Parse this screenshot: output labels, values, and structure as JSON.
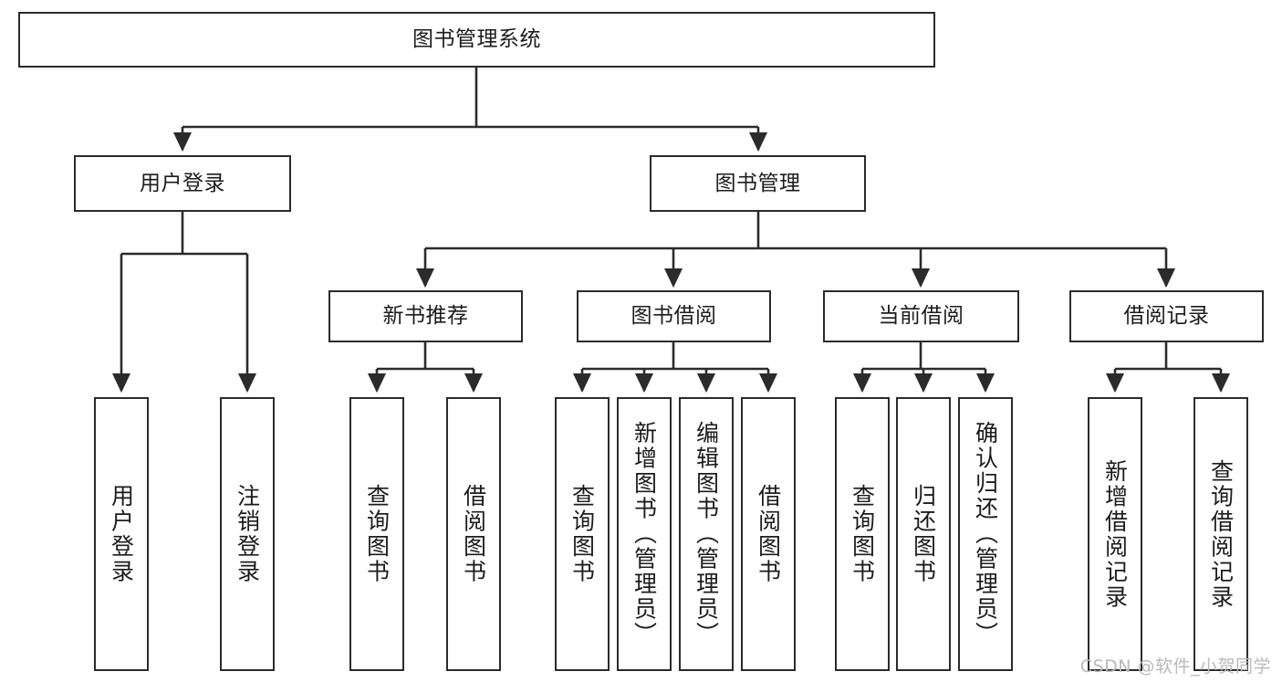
{
  "diagram": {
    "type": "tree-hierarchy-chart",
    "title": "图书管理系统",
    "watermark": "CSDN @软件_小贺同学",
    "style": {
      "stroke": "#2b2b2b",
      "fill": "#ffffff",
      "text": "#1c1c1c",
      "watermark_color": "#b9b9b9"
    },
    "nodes": {
      "root": {
        "label": "图书管理系统",
        "orientation": "horizontal"
      },
      "level2": [
        {
          "id": "user-login",
          "label": "用户登录",
          "orientation": "horizontal"
        },
        {
          "id": "book-management",
          "label": "图书管理",
          "orientation": "horizontal"
        }
      ],
      "level3": [
        {
          "id": "new-book-recommend",
          "label": "新书推荐",
          "orientation": "horizontal"
        },
        {
          "id": "book-borrow",
          "label": "图书借阅",
          "orientation": "horizontal"
        },
        {
          "id": "current-borrow",
          "label": "当前借阅",
          "orientation": "horizontal"
        },
        {
          "id": "borrow-record",
          "label": "借阅记录",
          "orientation": "horizontal"
        }
      ],
      "leaves": {
        "user-login": [
          {
            "id": "leaf-user-login",
            "label": "用户登录",
            "orientation": "vertical"
          },
          {
            "id": "leaf-logout",
            "label": "注销登录",
            "orientation": "vertical"
          }
        ],
        "new-book-recommend": [
          {
            "id": "leaf-query-book-1",
            "label": "查询图书",
            "orientation": "vertical"
          },
          {
            "id": "leaf-borrow-book-1",
            "label": "借阅图书",
            "orientation": "vertical"
          }
        ],
        "book-borrow": [
          {
            "id": "leaf-query-book-2",
            "label": "查询图书",
            "orientation": "vertical"
          },
          {
            "id": "leaf-add-book",
            "label": "新增图书（管理员）",
            "orientation": "vertical"
          },
          {
            "id": "leaf-edit-book",
            "label": "编辑图书（管理员）",
            "orientation": "vertical"
          },
          {
            "id": "leaf-borrow-book-2",
            "label": "借阅图书",
            "orientation": "vertical"
          }
        ],
        "current-borrow": [
          {
            "id": "leaf-query-book-3",
            "label": "查询图书",
            "orientation": "vertical"
          },
          {
            "id": "leaf-return-book",
            "label": "归还图书",
            "orientation": "vertical"
          },
          {
            "id": "leaf-confirm-return",
            "label": "确认归还（管理员）",
            "orientation": "vertical"
          }
        ],
        "borrow-record": [
          {
            "id": "leaf-add-record",
            "label": "新增借阅记录",
            "orientation": "vertical"
          },
          {
            "id": "leaf-query-record",
            "label": "查询借阅记录",
            "orientation": "vertical"
          }
        ]
      }
    }
  }
}
